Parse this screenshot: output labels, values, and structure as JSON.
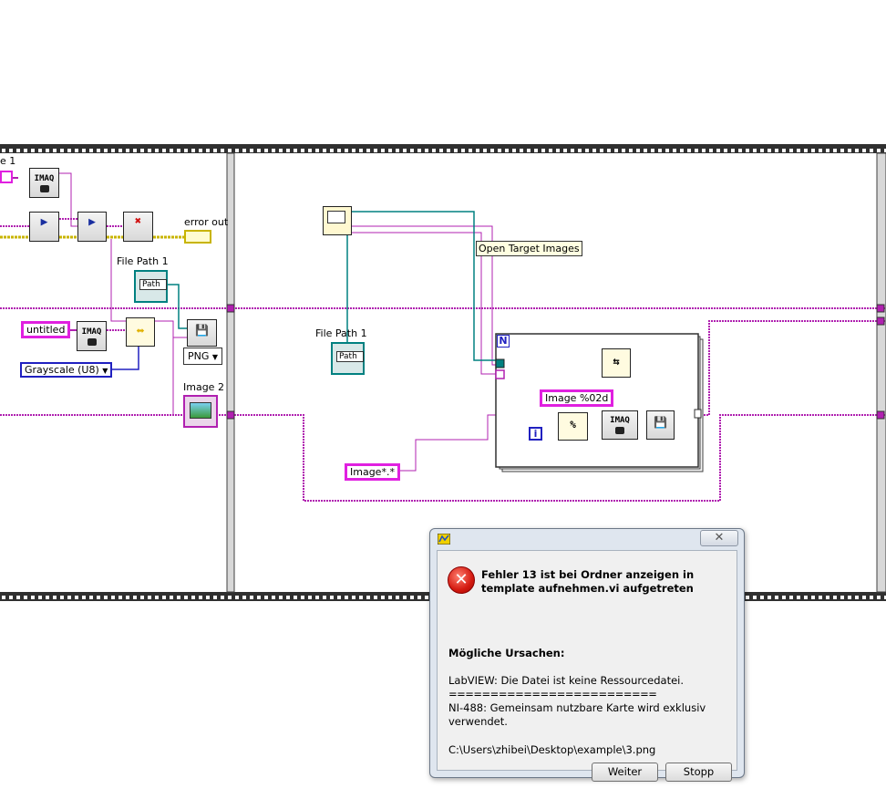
{
  "diagram": {
    "labels": {
      "cut_frame_label": "e 1",
      "error_out": "error out",
      "file_path_left": "File Path 1",
      "image2": "Image 2",
      "file_path_right": "File Path 1",
      "tooltip": "Open Target Images"
    },
    "constants": {
      "untitled": "untitled",
      "grayscale": "Grayscale (U8)",
      "png": "PNG",
      "image_format": "Image %02d",
      "pattern": "Image*.*",
      "loop_count": "N",
      "loop_index": "i"
    },
    "vi_text": {
      "imaq": "IMAQ",
      "path": "Path"
    }
  },
  "dialog": {
    "error_title": "Fehler 13 ist bei Ordner anzeigen in template aufnehmen.vi aufgetreten",
    "causes_heading": "Mögliche Ursachen:",
    "cause_lines": [
      "LabVIEW:  Die Datei ist keine Ressourcedatei.",
      "=========================",
      "NI-488:  Gemeinsam nutzbare Karte wird exklusiv",
      "verwendet."
    ],
    "path": "C:\\Users\\zhibei\\Desktop\\example\\3.png",
    "buttons": {
      "continue": "Weiter",
      "stop": "Stopp"
    },
    "close_symbol": "✕",
    "error_symbol": "✕"
  },
  "colors": {
    "image_wire": "#b020b0",
    "path_wire": "#008080",
    "error_wire": "#c8b400",
    "frame_border": "#404040"
  }
}
